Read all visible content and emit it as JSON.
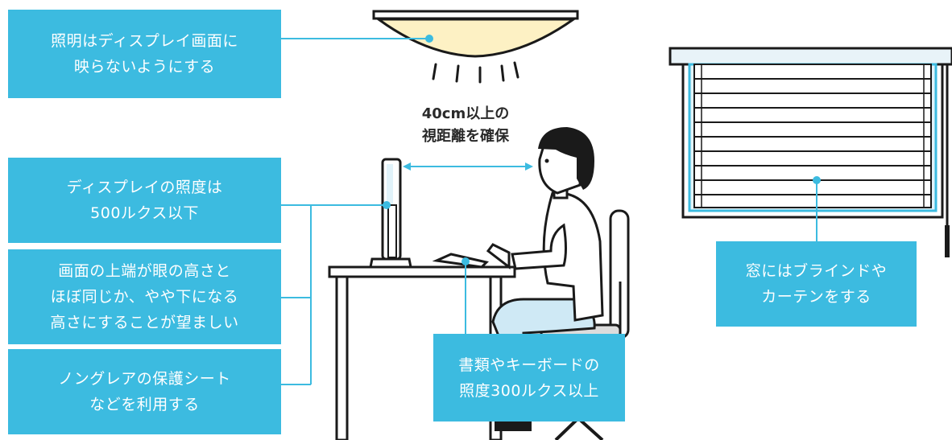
{
  "colors": {
    "accent": "#3cbbe0",
    "line": "#3cbbe0",
    "ink": "#1a1a1a",
    "lamp_glow": "#fdf1c4",
    "shirt": "#ffffff",
    "pants": "#cfe9f5"
  },
  "labels": {
    "lighting": {
      "line1": "照明はディスプレイ画面に",
      "line2": "映らないようにする"
    },
    "display_illuminance": {
      "line1": "ディスプレイの照度は",
      "line2": "500ルクス以下"
    },
    "screen_height": {
      "line1": "画面の上端が眼の高さと",
      "line2": "ほぼ同じか、やや下になる",
      "line3": "高さにすることが望ましい"
    },
    "non_glare": {
      "line1": "ノングレアの保護シート",
      "line2": "などを利用する"
    },
    "document_illuminance": {
      "line1": "書類やキーボードの",
      "line2": "照度300ルクス以上"
    },
    "window": {
      "line1": "窓にはブラインドや",
      "line2": "カーテンをする"
    },
    "distance": {
      "line1": "40cm以上の",
      "line2": "視距離を確保"
    }
  },
  "icons": [
    "ceiling-lamp-icon",
    "monitor-icon",
    "keyboard-icon",
    "desk-icon",
    "office-chair-icon",
    "person-icon",
    "window-blind-icon"
  ]
}
